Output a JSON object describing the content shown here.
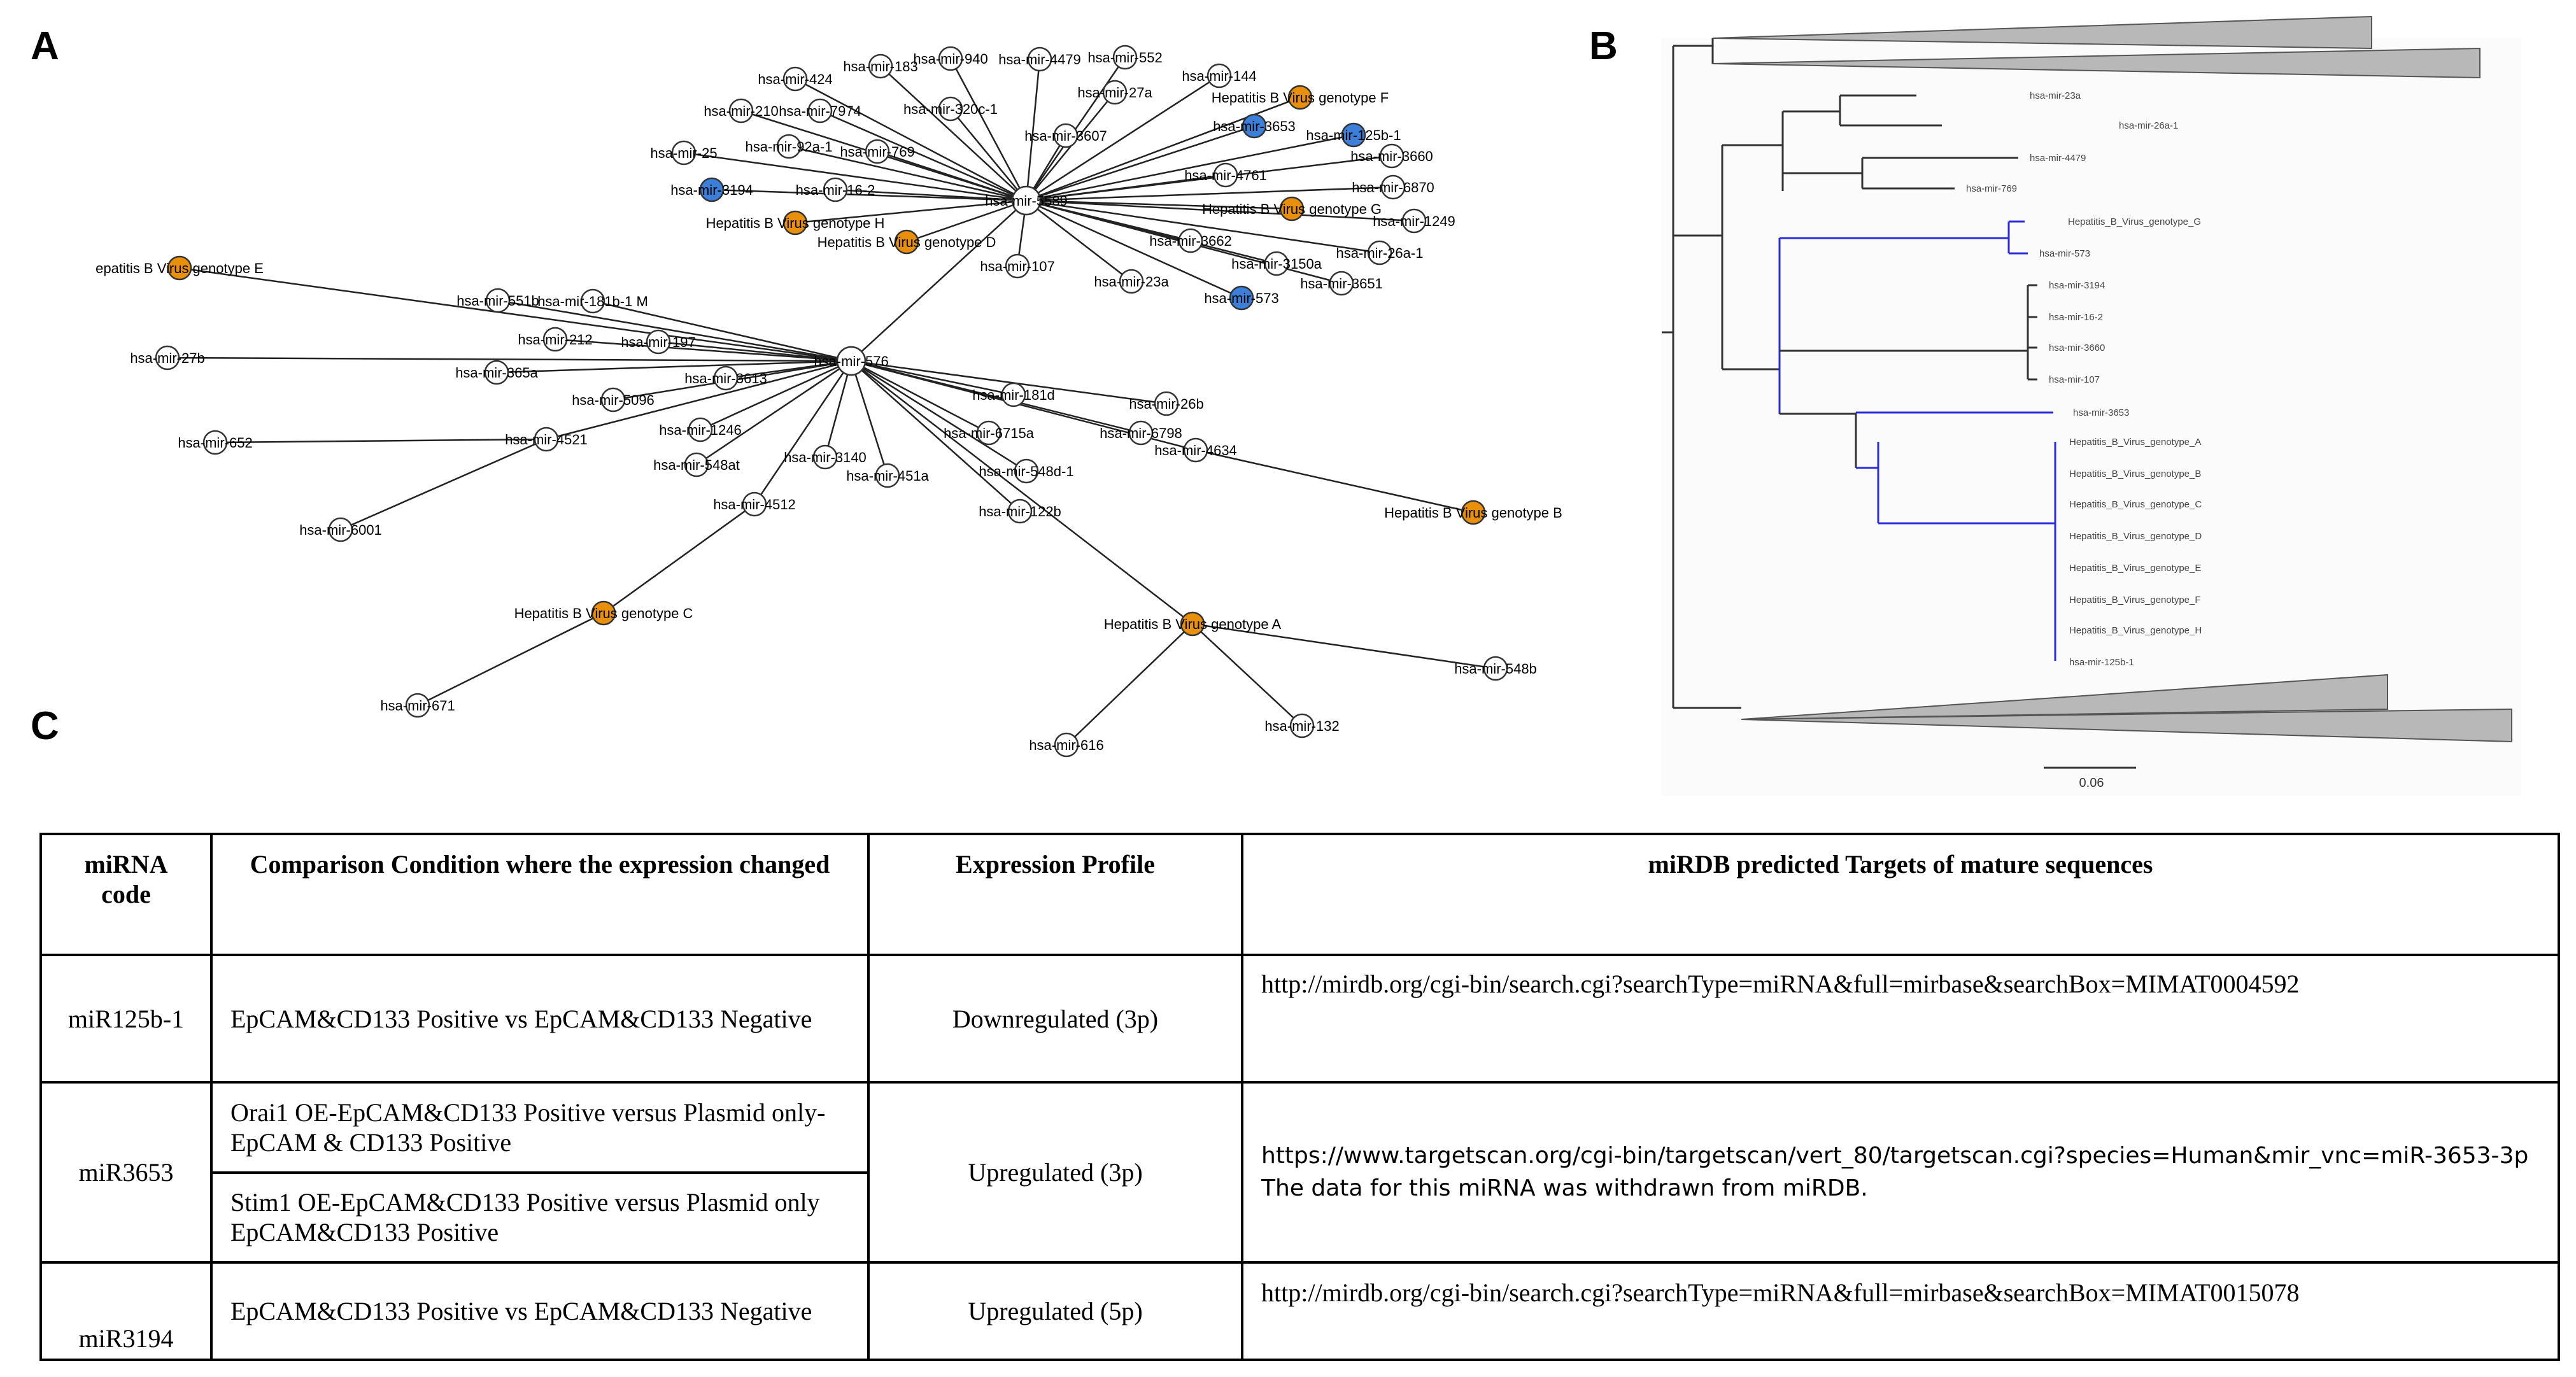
{
  "panel_labels": {
    "a": "A",
    "b": "B",
    "c": "C"
  },
  "colors": {
    "hbv_node": "#E8900C",
    "blue_node": "#3B7FD9",
    "plain_node": "#ffffff",
    "tree_line_blue": "#2B2BE0",
    "triangle_fill": "#B8B8B8"
  },
  "network": {
    "nodes": [
      {
        "id": "hub1",
        "label": "hsa-mir-5589",
        "kind": "plain"
      },
      {
        "id": "hub2",
        "label": "hsa-mir-576",
        "kind": "plain"
      },
      {
        "id": "n424",
        "label": "hsa-mir-424",
        "kind": "plain"
      },
      {
        "id": "n183",
        "label": "hsa-mir-183",
        "kind": "plain"
      },
      {
        "id": "n940",
        "label": "hsa-mir-940",
        "kind": "plain"
      },
      {
        "id": "n4479",
        "label": "hsa-mir-4479",
        "kind": "plain"
      },
      {
        "id": "n552",
        "label": "hsa-mir-552",
        "kind": "plain"
      },
      {
        "id": "n144",
        "label": "hsa-mir-144",
        "kind": "plain"
      },
      {
        "id": "hbvF",
        "label": "Hepatitis B Virus genotype F",
        "kind": "hbv"
      },
      {
        "id": "n210",
        "label": "hsa-mir-210",
        "kind": "plain"
      },
      {
        "id": "n7974",
        "label": "hsa-mir-7974",
        "kind": "plain"
      },
      {
        "id": "n320c1",
        "label": "hsa-mir-320c-1",
        "kind": "plain"
      },
      {
        "id": "n27a",
        "label": "hsa-mir-27a",
        "kind": "plain"
      },
      {
        "id": "n3653",
        "label": "hsa-mir-3653",
        "kind": "blue"
      },
      {
        "id": "n125b1",
        "label": "hsa-mir-125b-1",
        "kind": "blue"
      },
      {
        "id": "n25",
        "label": "hsa-mir-25",
        "kind": "plain"
      },
      {
        "id": "n92a1",
        "label": "hsa-mir-92a-1",
        "kind": "plain"
      },
      {
        "id": "n769",
        "label": "hsa-mir-769",
        "kind": "plain"
      },
      {
        "id": "n3607",
        "label": "hsa-mir-3607",
        "kind": "plain"
      },
      {
        "id": "n3660",
        "label": "hsa-mir-3660",
        "kind": "plain"
      },
      {
        "id": "n3194",
        "label": "hsa-mir-3194",
        "kind": "blue"
      },
      {
        "id": "n16_2",
        "label": "hsa-mir-16-2",
        "kind": "plain"
      },
      {
        "id": "n4761",
        "label": "hsa-mir-4761",
        "kind": "plain"
      },
      {
        "id": "n6870",
        "label": "hsa-mir-6870",
        "kind": "plain"
      },
      {
        "id": "hbvH",
        "label": "Hepatitis B Virus genotype H",
        "kind": "hbv"
      },
      {
        "id": "hbvG",
        "label": "Hepatitis B Virus genotype G",
        "kind": "hbv"
      },
      {
        "id": "n1249",
        "label": "hsa-mir-1249",
        "kind": "plain"
      },
      {
        "id": "hbvD",
        "label": "Hepatitis B Virus genotype D",
        "kind": "hbv"
      },
      {
        "id": "n3662",
        "label": "hsa-mir-3662",
        "kind": "plain"
      },
      {
        "id": "n26a1",
        "label": "hsa-mir-26a-1",
        "kind": "plain"
      },
      {
        "id": "n107",
        "label": "hsa-mir-107",
        "kind": "plain"
      },
      {
        "id": "n3150a",
        "label": "hsa-mir-3150a",
        "kind": "plain"
      },
      {
        "id": "n23a",
        "label": "hsa-mir-23a",
        "kind": "plain"
      },
      {
        "id": "n573",
        "label": "hsa-mir-573",
        "kind": "blue"
      },
      {
        "id": "n3651",
        "label": "hsa-mir-3651",
        "kind": "plain"
      },
      {
        "id": "hbvE",
        "label": "epatitis B Virus genotype E",
        "kind": "hbv"
      },
      {
        "id": "n551b",
        "label": "hsa-mir-551b",
        "kind": "plain"
      },
      {
        "id": "n181b1",
        "label": "hsa-mir-181b-1 M",
        "kind": "plain"
      },
      {
        "id": "n212",
        "label": "hsa-mir-212",
        "kind": "plain"
      },
      {
        "id": "n197",
        "label": "hsa-mir-197",
        "kind": "plain"
      },
      {
        "id": "n27b",
        "label": "hsa-mir-27b",
        "kind": "plain"
      },
      {
        "id": "n365a",
        "label": "hsa-mir-365a",
        "kind": "plain"
      },
      {
        "id": "n3613",
        "label": "hsa-mir-3613",
        "kind": "plain"
      },
      {
        "id": "n5096",
        "label": "hsa-mir-5096",
        "kind": "plain"
      },
      {
        "id": "n181d",
        "label": "hsa-mir-181d",
        "kind": "plain"
      },
      {
        "id": "n26b",
        "label": "hsa-mir-26b",
        "kind": "plain"
      },
      {
        "id": "n1246",
        "label": "hsa-mir-1246",
        "kind": "plain"
      },
      {
        "id": "n4521",
        "label": "hsa-mir-4521",
        "kind": "plain"
      },
      {
        "id": "n652",
        "label": "hsa-mir-652",
        "kind": "plain"
      },
      {
        "id": "n548at",
        "label": "hsa-mir-548at",
        "kind": "plain"
      },
      {
        "id": "n3140",
        "label": "hsa-mir-3140",
        "kind": "plain"
      },
      {
        "id": "n6715a",
        "label": "hsa-mir-6715a",
        "kind": "plain"
      },
      {
        "id": "n6798",
        "label": "hsa-mir-6798",
        "kind": "plain"
      },
      {
        "id": "n4634",
        "label": "hsa-mir-4634",
        "kind": "plain"
      },
      {
        "id": "n451a",
        "label": "hsa-mir-451a",
        "kind": "plain"
      },
      {
        "id": "n548d1",
        "label": "hsa-mir-548d-1",
        "kind": "plain"
      },
      {
        "id": "hbvB",
        "label": "Hepatitis B Virus genotype B",
        "kind": "hbv"
      },
      {
        "id": "n4512",
        "label": "hsa-mir-4512",
        "kind": "plain"
      },
      {
        "id": "n122b",
        "label": "hsa-mir-122b",
        "kind": "plain"
      },
      {
        "id": "n6001",
        "label": "hsa-mir-6001",
        "kind": "plain"
      },
      {
        "id": "hbvC",
        "label": "Hepatitis B Virus genotype C",
        "kind": "hbv"
      },
      {
        "id": "hbvA",
        "label": "Hepatitis B Virus genotype A",
        "kind": "hbv"
      },
      {
        "id": "n548b",
        "label": "hsa-mir-548b",
        "kind": "plain"
      },
      {
        "id": "n671",
        "label": "hsa-mir-671",
        "kind": "plain"
      },
      {
        "id": "n132",
        "label": "hsa-mir-132",
        "kind": "plain"
      },
      {
        "id": "n616",
        "label": "hsa-mir-616",
        "kind": "plain"
      }
    ],
    "edges": [
      [
        "hub1",
        "n424"
      ],
      [
        "hub1",
        "n183"
      ],
      [
        "hub1",
        "n940"
      ],
      [
        "hub1",
        "n4479"
      ],
      [
        "hub1",
        "n552"
      ],
      [
        "hub1",
        "n144"
      ],
      [
        "hub1",
        "hbvF"
      ],
      [
        "hub1",
        "n210"
      ],
      [
        "hub1",
        "n7974"
      ],
      [
        "hub1",
        "n320c1"
      ],
      [
        "hub1",
        "n27a"
      ],
      [
        "hub1",
        "n3653"
      ],
      [
        "hub1",
        "n125b1"
      ],
      [
        "hub1",
        "n25"
      ],
      [
        "hub1",
        "n92a1"
      ],
      [
        "hub1",
        "n769"
      ],
      [
        "hub1",
        "n3607"
      ],
      [
        "hub1",
        "n3660"
      ],
      [
        "hub1",
        "n3194"
      ],
      [
        "hub1",
        "n16_2"
      ],
      [
        "hub1",
        "n4761"
      ],
      [
        "hub1",
        "n6870"
      ],
      [
        "hub1",
        "hbvH"
      ],
      [
        "hub1",
        "hbvG"
      ],
      [
        "hub1",
        "n1249"
      ],
      [
        "hub1",
        "hbvD"
      ],
      [
        "hub1",
        "n3662"
      ],
      [
        "hub1",
        "n26a1"
      ],
      [
        "hub1",
        "n107"
      ],
      [
        "hub1",
        "n3150a"
      ],
      [
        "hub1",
        "n23a"
      ],
      [
        "hub1",
        "n573"
      ],
      [
        "hub1",
        "n3651"
      ],
      [
        "hub1",
        "hub2"
      ],
      [
        "hub2",
        "hbvE"
      ],
      [
        "hub2",
        "n551b"
      ],
      [
        "hub2",
        "n181b1"
      ],
      [
        "hub2",
        "n212"
      ],
      [
        "hub2",
        "n197"
      ],
      [
        "hub2",
        "n27b"
      ],
      [
        "hub2",
        "n365a"
      ],
      [
        "hub2",
        "n3613"
      ],
      [
        "hub2",
        "n5096"
      ],
      [
        "hub2",
        "n181d"
      ],
      [
        "hub2",
        "n26b"
      ],
      [
        "hub2",
        "n1246"
      ],
      [
        "hub2",
        "n4521"
      ],
      [
        "hub2",
        "n548at"
      ],
      [
        "hub2",
        "n3140"
      ],
      [
        "hub2",
        "n6715a"
      ],
      [
        "hub2",
        "n6798"
      ],
      [
        "hub2",
        "n4634"
      ],
      [
        "hub2",
        "n451a"
      ],
      [
        "hub2",
        "n548d1"
      ],
      [
        "hub2",
        "n4512"
      ],
      [
        "hub2",
        "n122b"
      ],
      [
        "hub2",
        "hbvA"
      ],
      [
        "n4521",
        "n652"
      ],
      [
        "n4521",
        "n6001"
      ],
      [
        "n4634",
        "hbvB"
      ],
      [
        "n4512",
        "hbvC"
      ],
      [
        "hbvC",
        "n671"
      ],
      [
        "hbvA",
        "n548b"
      ],
      [
        "hbvA",
        "n132"
      ],
      [
        "hbvA",
        "n616"
      ]
    ]
  },
  "tree": {
    "leaves": [
      {
        "label": "hsa-mir-23a",
        "blue": false
      },
      {
        "label": "hsa-mir-26a-1",
        "blue": false
      },
      {
        "label": "hsa-mir-4479",
        "blue": false
      },
      {
        "label": "hsa-mir-769",
        "blue": false
      },
      {
        "label": "Hepatitis_B_Virus_genotype_G",
        "blue": true
      },
      {
        "label": "hsa-mir-573",
        "blue": true
      },
      {
        "label": "hsa-mir-3194",
        "blue": false
      },
      {
        "label": "hsa-mir-16-2",
        "blue": false
      },
      {
        "label": "hsa-mir-3660",
        "blue": false
      },
      {
        "label": "hsa-mir-107",
        "blue": false
      },
      {
        "label": "hsa-mir-3653",
        "blue": true
      },
      {
        "label": "Hepatitis_B_Virus_genotype_A",
        "blue": true
      },
      {
        "label": "Hepatitis_B_Virus_genotype_B",
        "blue": true
      },
      {
        "label": "Hepatitis_B_Virus_genotype_C",
        "blue": true
      },
      {
        "label": "Hepatitis_B_Virus_genotype_D",
        "blue": true
      },
      {
        "label": "Hepatitis_B_Virus_genotype_E",
        "blue": true
      },
      {
        "label": "Hepatitis_B_Virus_genotype_F",
        "blue": true
      },
      {
        "label": "Hepatitis_B_Virus_genotype_H",
        "blue": true
      },
      {
        "label": "hsa-mir-125b-1",
        "blue": true
      }
    ],
    "scale_label": "0.06"
  },
  "table": {
    "headers": [
      "miRNA code",
      "Comparison Condition where the expression changed",
      "Expression Profile",
      "miRDB predicted Targets of mature sequences"
    ],
    "rows": [
      {
        "code": "miR125b-1",
        "conditions": [
          "EpCAM&CD133 Positive  vs EpCAM&CD133 Negative"
        ],
        "profile": "Downregulated (3p)",
        "targets": "http://mirdb.org/cgi-bin/search.cgi?searchType=miRNA&full=mirbase&searchBox=MIMAT0004592",
        "targets_note": ""
      },
      {
        "code": "miR3653",
        "conditions": [
          "Orai1 OE-EpCAM&CD133 Positive  versus Plasmid only-EpCAM & CD133 Positive",
          "Stim1 OE-EpCAM&CD133 Positive  versus Plasmid only EpCAM&CD133 Positive"
        ],
        "profile": "Upregulated (3p)",
        "targets": "https://www.targetscan.org/cgi-bin/targetscan/vert_80/targetscan.cgi?species=Human&mir_vnc=miR-3653-3p",
        "targets_note": "The data for this miRNA was withdrawn from miRDB."
      },
      {
        "code": "miR3194",
        "conditions": [
          "EpCAM&CD133 Positive  vs EpCAM&CD133 Negative"
        ],
        "profile": "Upregulated (5p)",
        "targets": "http://mirdb.org/cgi-bin/search.cgi?searchType=miRNA&full=mirbase&searchBox=MIMAT0015078",
        "targets_note": ""
      }
    ]
  }
}
